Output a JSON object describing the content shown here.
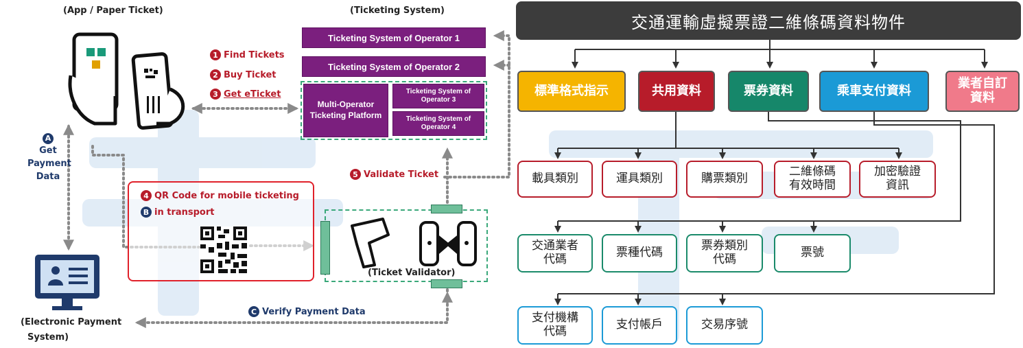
{
  "left": {
    "app_header": "(App / Paper Ticket)",
    "system_header": "(Ticketing System)",
    "operators": [
      "Ticketing System of Operator 1",
      "Ticketing System of Operator 2"
    ],
    "platform": "Multi-Operator Ticketing Platform",
    "sub_operators": [
      "Ticketing System of Operator 3",
      "Ticketing System of Operator 4"
    ],
    "steps": [
      {
        "num": "1",
        "label": "Find Tickets"
      },
      {
        "num": "2",
        "label": "Buy Ticket"
      },
      {
        "num": "3",
        "label": "Get eTicket"
      },
      {
        "num": "4",
        "label": "QR Code for mobile ticketing"
      },
      {
        "num": "B",
        "label": "in transport"
      },
      {
        "num": "5",
        "label": "Validate Ticket"
      }
    ],
    "get_payment": {
      "num": "A",
      "lines": [
        "Get",
        "Payment",
        "Data"
      ]
    },
    "verify_payment": {
      "num": "C",
      "label": "Verify Payment Data"
    },
    "validator_label": "(Ticket Validator)",
    "eps_label_1": "(Electronic Payment",
    "eps_label_2": "System)"
  },
  "right": {
    "title": "交通運輸虛擬票證二維條碼資料物件",
    "categories": [
      {
        "label": "標準格式指示",
        "color": "#f5b400"
      },
      {
        "label": "共用資料",
        "color": "#b71c2a"
      },
      {
        "label": "票券資料",
        "color": "#16876a"
      },
      {
        "label": "乘車支付資料",
        "color": "#1b9ad6"
      },
      {
        "label_1": "業者自訂",
        "label_2": "資料",
        "color": "#f07a8a"
      }
    ],
    "common_fields": [
      {
        "l1": "載具類別"
      },
      {
        "l1": "運具類別"
      },
      {
        "l1": "購票類別"
      },
      {
        "l1": "二維條碼",
        "l2": "有效時間"
      },
      {
        "l1": "加密驗證",
        "l2": "資訊"
      }
    ],
    "ticket_fields": [
      {
        "l1": "交通業者",
        "l2": "代碼"
      },
      {
        "l1": "票種代碼"
      },
      {
        "l1": "票券類別",
        "l2": "代碼"
      },
      {
        "l1": "票號"
      }
    ],
    "payment_fields": [
      {
        "l1": "支付機構",
        "l2": "代碼"
      },
      {
        "l1": "支付帳戶"
      },
      {
        "l1": "交易序號"
      }
    ]
  }
}
